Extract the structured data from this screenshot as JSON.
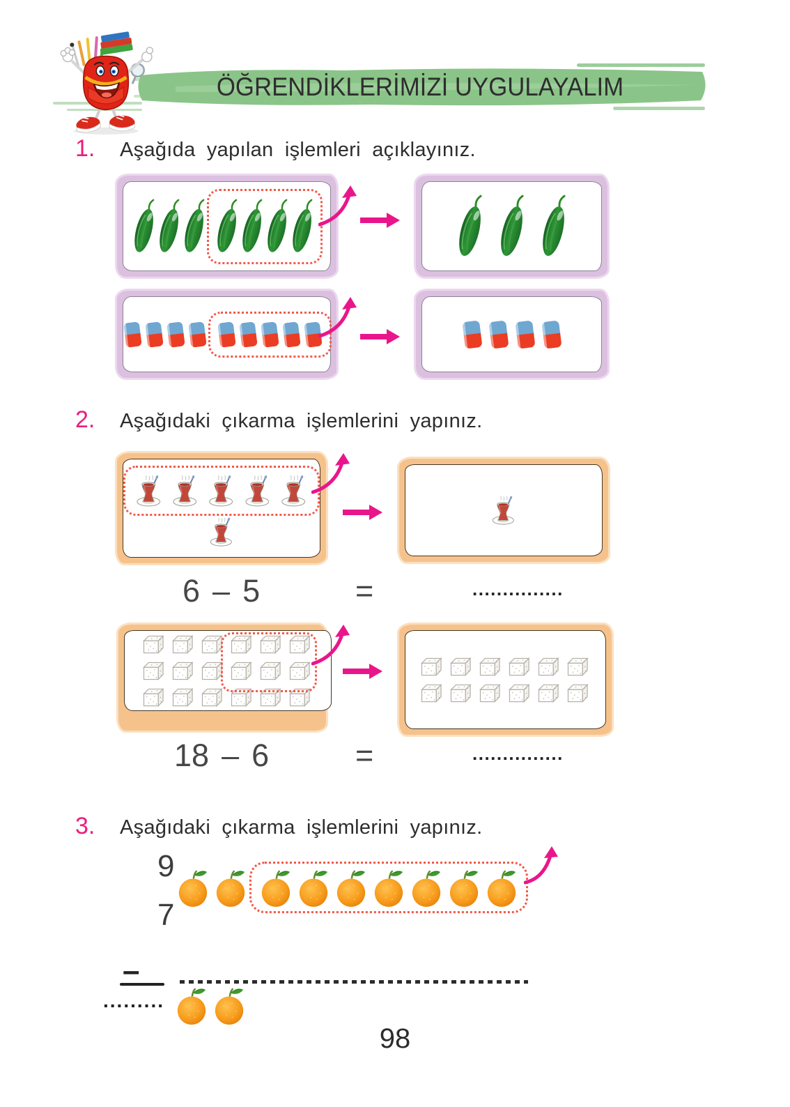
{
  "header": {
    "title": "ÖĞRENDİKLERİMİZİ UYGULAYALIM"
  },
  "colors": {
    "accent_pink": "#ec1d7c",
    "arrow_pink": "#e9168b",
    "banner_green": "#8bc489",
    "frame_purple": "#dcc0e0",
    "frame_orange": "#f6c28c",
    "dashed_box_red": "#f2594a"
  },
  "exercise1": {
    "number": "1.",
    "prompt": "Aşağıda yapılan işlemleri açıklayınız.",
    "rows": [
      {
        "item": "cucumber",
        "total": 7,
        "outside_box": 3,
        "in_box": 4,
        "result": 3
      },
      {
        "item": "eraser",
        "total": 9,
        "outside_box": 4,
        "in_box": 5,
        "result": 4
      }
    ]
  },
  "exercise2": {
    "number": "2.",
    "prompt": "Aşağıdaki çıkarma işlemlerini yapınız.",
    "problems": [
      {
        "item": "tea-glass",
        "total": 6,
        "in_box": 5,
        "below_box": 1,
        "result": 1,
        "minuend": "6",
        "operator": "–",
        "subtrahend": "5",
        "equals": "=",
        "answer_dots": "..............."
      },
      {
        "item": "sugar-cube",
        "total": 18,
        "grid_rows": 3,
        "grid_cols": 6,
        "in_box": 6,
        "result": 12,
        "result_rows": 2,
        "result_cols": 6,
        "minuend": "18",
        "operator": "–",
        "subtrahend": "6",
        "equals": "=",
        "answer_dots": "..............."
      }
    ]
  },
  "exercise3": {
    "number": "3.",
    "prompt": "Aşağıdaki çıkarma işlemlerini yapınız.",
    "problem": {
      "item": "orange",
      "total": 9,
      "outside_box": 2,
      "in_box": 7,
      "result": 2,
      "minuend": "9",
      "operator": "–",
      "subtrahend": "7",
      "answer_dots": "........."
    }
  },
  "page_number": "98"
}
